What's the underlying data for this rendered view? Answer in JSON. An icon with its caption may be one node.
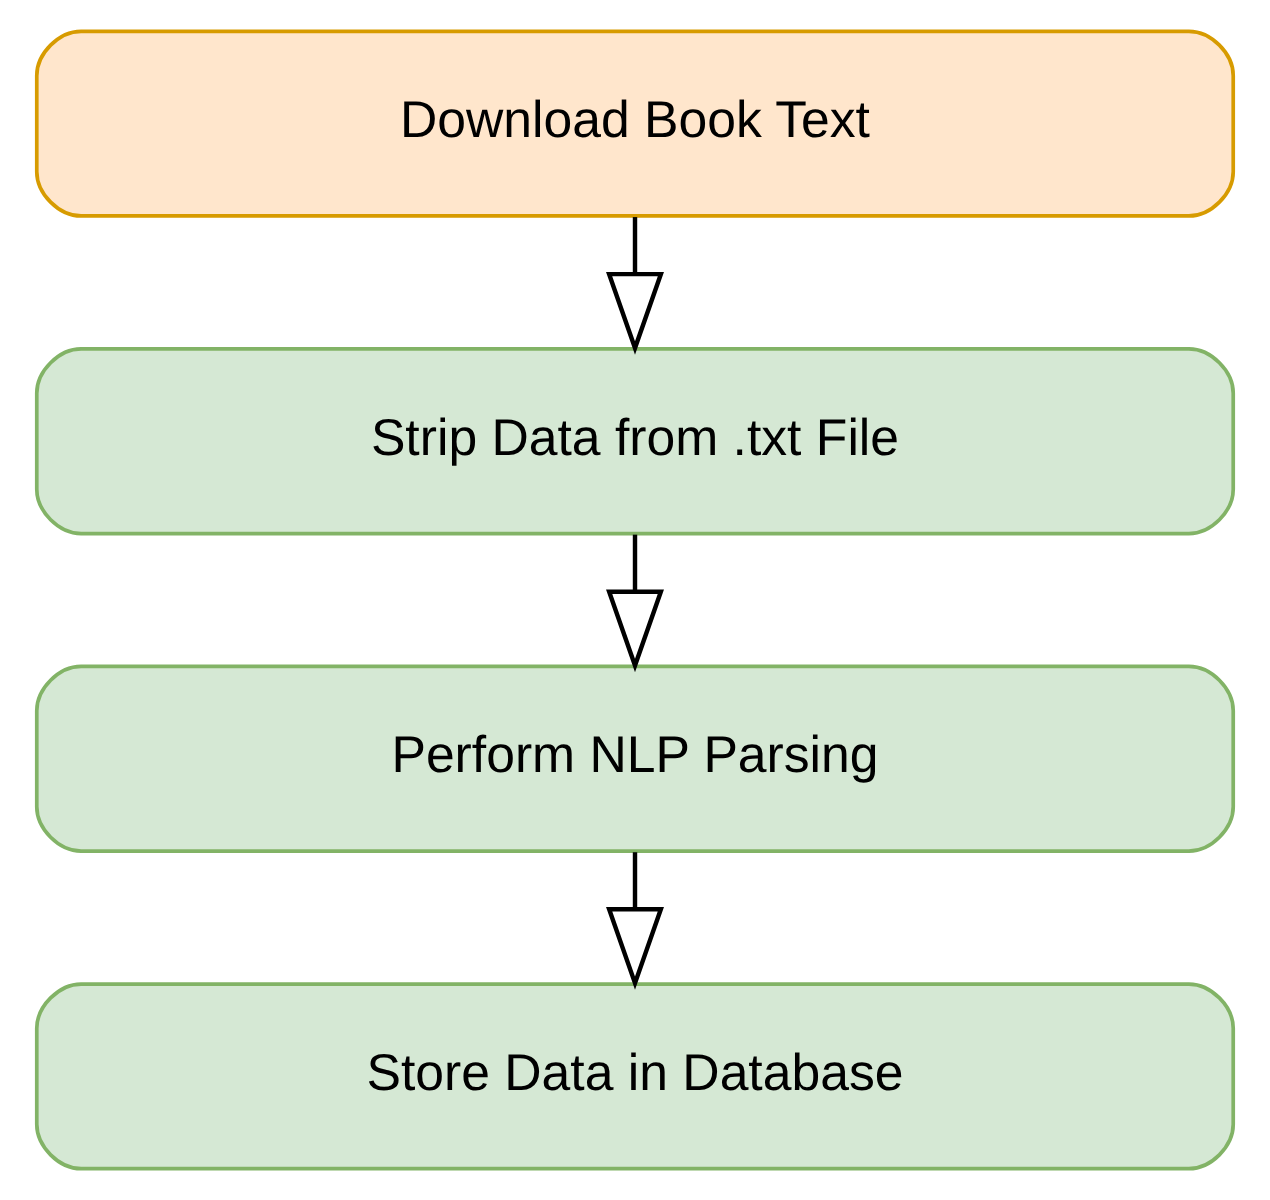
{
  "diagram": {
    "nodes": [
      {
        "text": [
          "Download Book Text"
        ]
      },
      {
        "text": [
          "Strip Data from .txt File"
        ]
      },
      {
        "text": [
          "Perform NLP Parsing"
        ]
      },
      {
        "text": [
          "Store Data in Database"
        ]
      }
    ],
    "edges": [
      {
        "from": 0,
        "to": 1,
        "arrow": "to"
      },
      {
        "from": 1,
        "to": 2,
        "arrow": "to"
      },
      {
        "from": 2,
        "to": 3,
        "arrow": "to"
      }
    ]
  }
}
